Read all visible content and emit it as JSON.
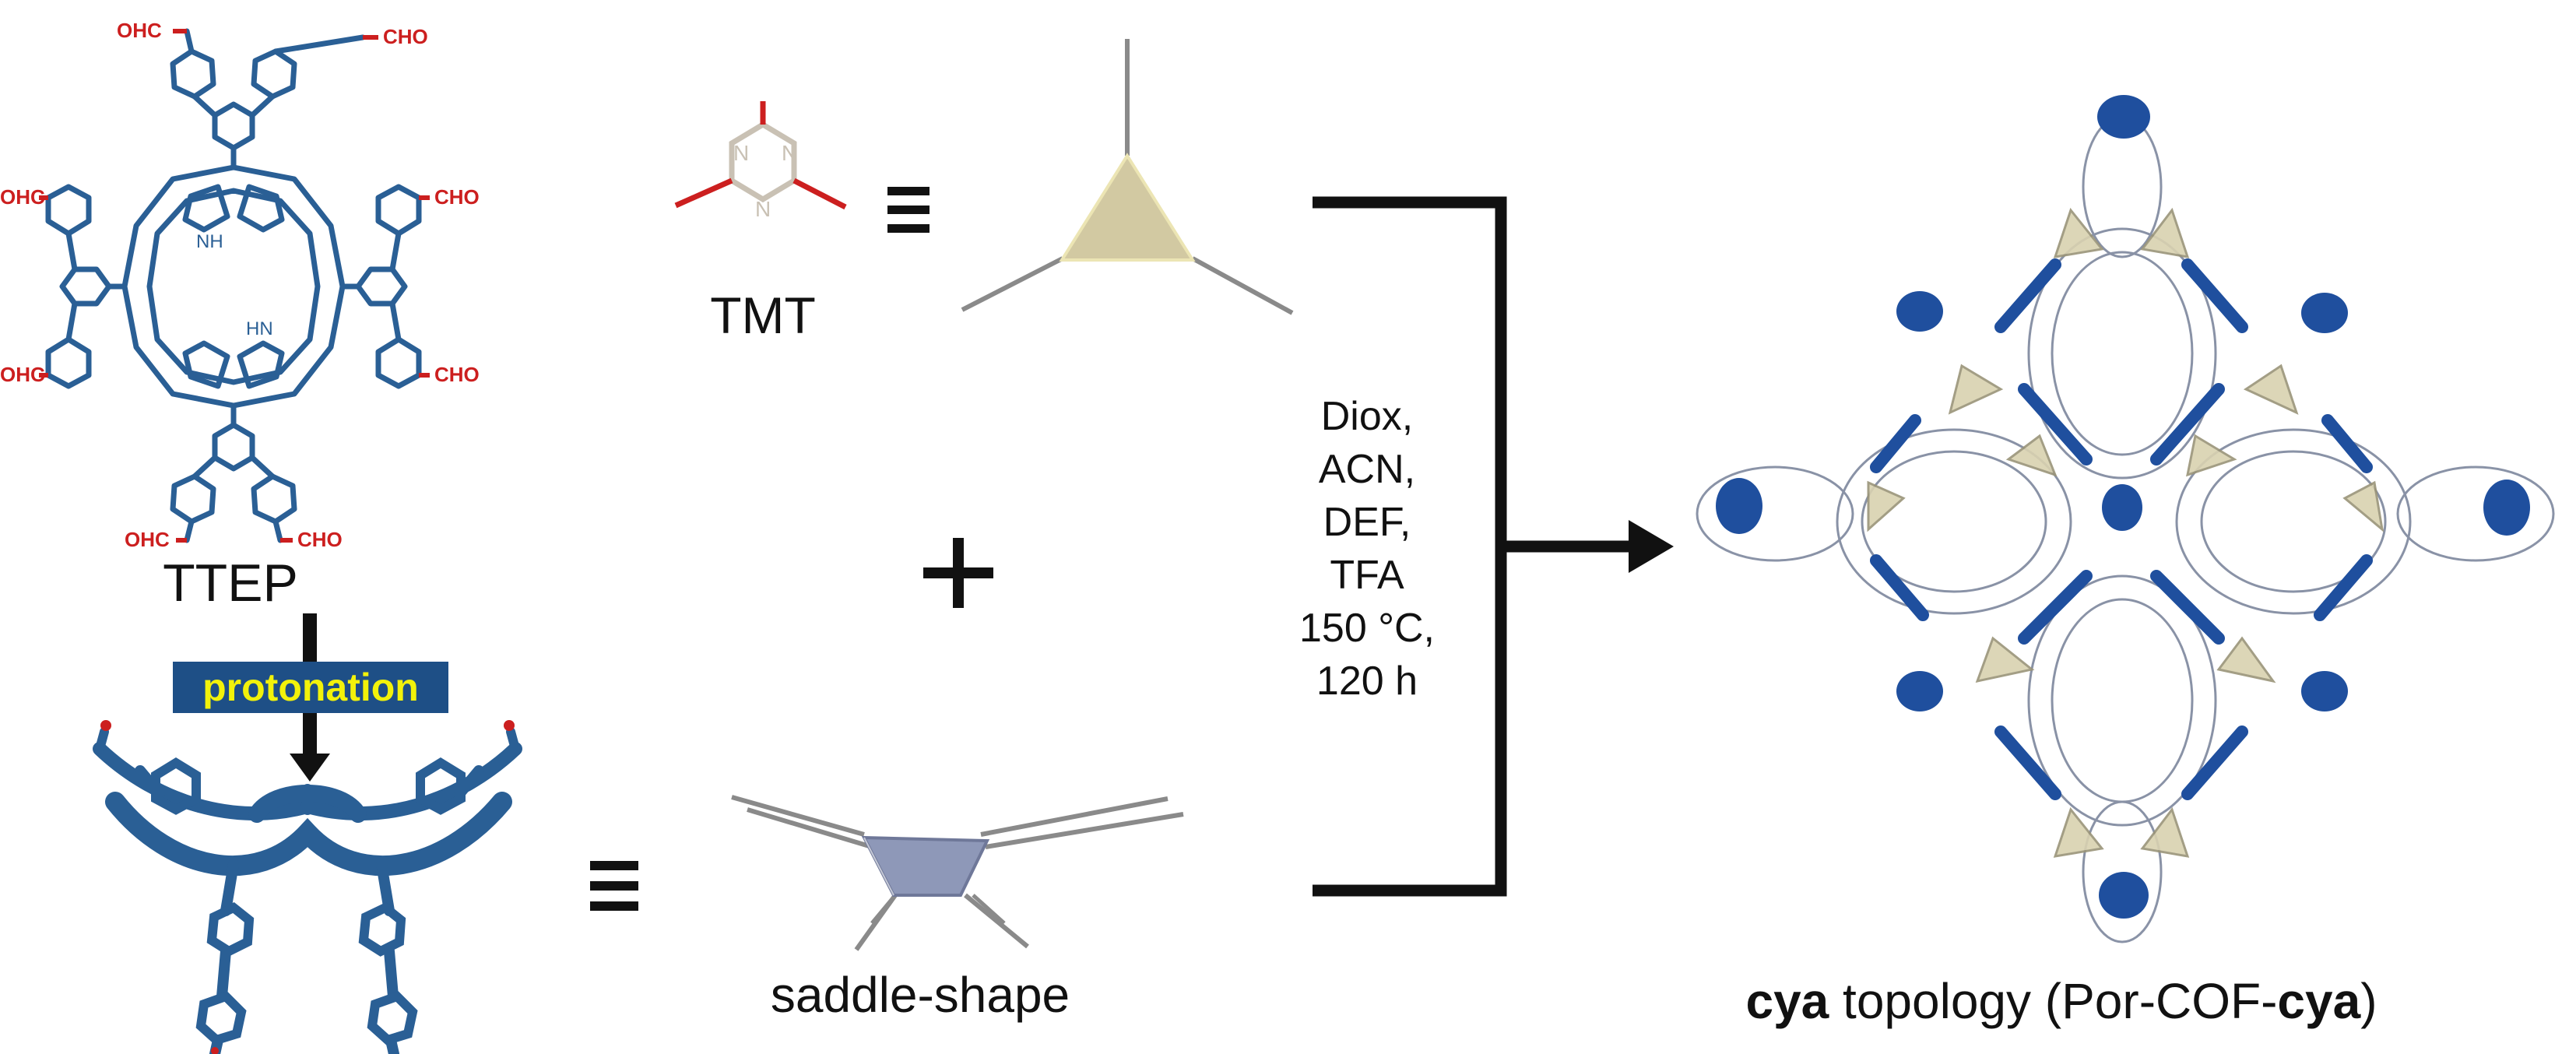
{
  "labels": {
    "ttep": "TTEP",
    "tmt": "TMT",
    "protonation": "protonation",
    "saddle": "saddle-shape",
    "plus": "+",
    "equiv": "≡",
    "cho": "CHO",
    "ohc": "OHC",
    "nh": "NH",
    "hn": "HN",
    "n": "N",
    "topology_bold": "cya",
    "topology_plain": " topology (Por-COF-",
    "topology_bold_end": "cya",
    "topology_close": ")"
  },
  "conditions": [
    "Diox,",
    "ACN,",
    "DEF,",
    "TFA",
    "150 °C,",
    "120 h"
  ],
  "colors": {
    "molecule_blue": "#2a5f95",
    "aldehyde_red": "#cc1f1f",
    "triangle_fill": "#d2c9a2",
    "saddle_fill": "#8e98b8",
    "label_highlight_bg": "#1e4f86",
    "label_highlight_text": "#f2f20a",
    "cof_blue": "#1f4f9e"
  }
}
